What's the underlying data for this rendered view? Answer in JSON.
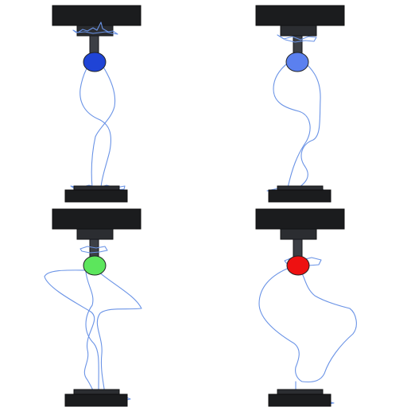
{
  "panels": [
    {
      "id": "top-left",
      "ball_color": "#1f44d6"
    },
    {
      "id": "top-right",
      "ball_color": "#5b80ef"
    },
    {
      "id": "bottom-left",
      "ball_color": "#5ce65c"
    },
    {
      "id": "bottom-right",
      "ball_color": "#ee1111"
    }
  ]
}
